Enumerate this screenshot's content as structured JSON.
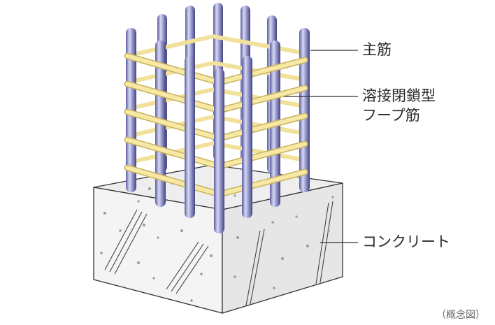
{
  "labels": {
    "main_bar": "主筋",
    "hoop_line1": "溶接閉鎖型",
    "hoop_line2": "フープ筋",
    "concrete": "コンクリート"
  },
  "note": "（概念図）",
  "colors": {
    "rebar_light": "#d8d9f2",
    "rebar_mid": "#8a8bc4",
    "rebar_dark": "#474a8c",
    "hoop": "#f7e8a4",
    "hoop_edge": "#c9b260",
    "concrete_top": "#eeeeee",
    "concrete_front": "#f4f4f4",
    "concrete_right": "#e6e6e6",
    "outline": "#333333"
  }
}
